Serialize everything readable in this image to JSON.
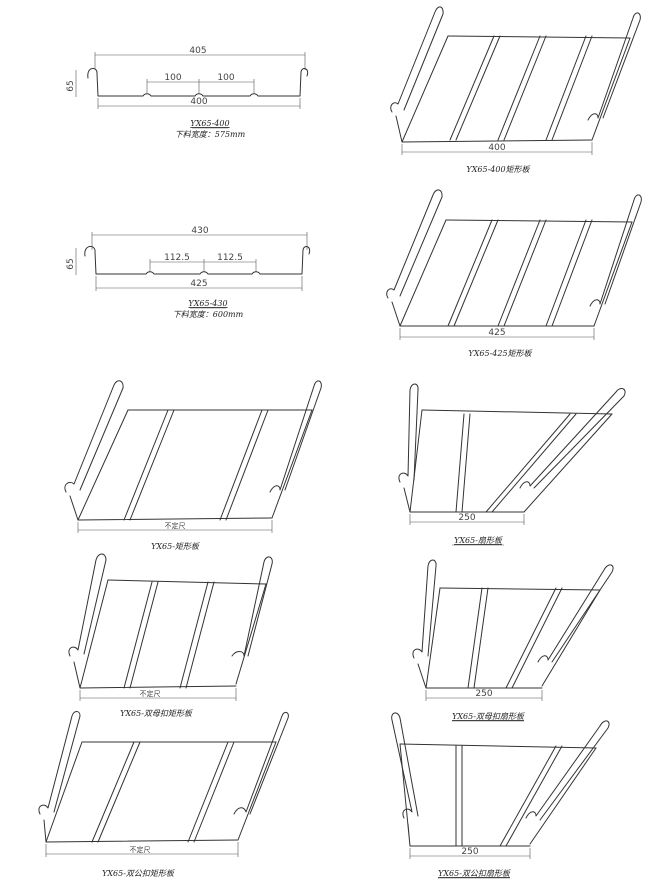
{
  "profiles": [
    {
      "id": "p400",
      "dims": {
        "top": "405",
        "bottom": "400",
        "height": "65",
        "rib_a": "100",
        "rib_b": "100"
      },
      "caption": "YX65-400",
      "subcaption": "下料宽度：575mm"
    },
    {
      "id": "p430",
      "dims": {
        "top": "430",
        "bottom": "425",
        "height": "65",
        "rib_a": "112.5",
        "rib_b": "112.5"
      },
      "caption": "YX65-430",
      "subcaption": "下料宽度：600mm"
    }
  ],
  "panels": [
    {
      "id": "rect400",
      "dim": "400",
      "caption": "YX65-400矩形板"
    },
    {
      "id": "rect425",
      "dim": "425",
      "caption": "YX65-425矩形板"
    },
    {
      "id": "rect",
      "dim": "不定尺",
      "caption": "YX65-矩形板"
    },
    {
      "id": "fan",
      "dim": "250",
      "caption": "YX65-扇形板"
    },
    {
      "id": "dblfemale-rect",
      "dim": "不定尺",
      "caption": "YX65-双母扣矩形板"
    },
    {
      "id": "dblfemale-fan",
      "dim": "250",
      "caption": "YX65-双母扣扇形板"
    },
    {
      "id": "dblmale-rect",
      "dim": "不定尺",
      "caption": "YX65-双公扣矩形板"
    },
    {
      "id": "dblmale-fan",
      "dim": "250",
      "caption": "YX65-双公扣扇形板"
    }
  ]
}
